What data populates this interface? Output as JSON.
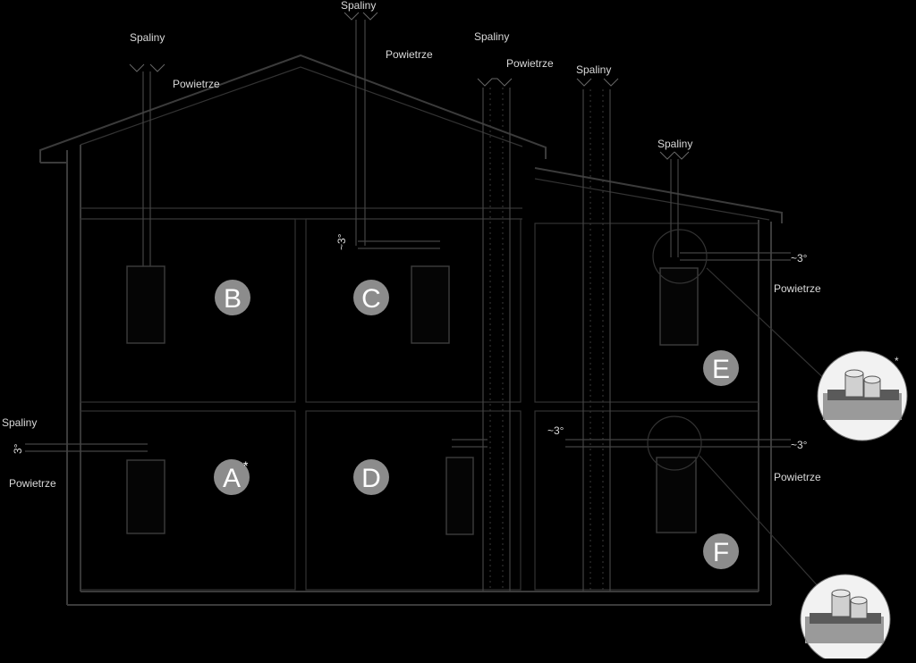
{
  "labels": {
    "exhaust": "Spaliny",
    "air": "Powietrze",
    "slope": "~3°",
    "slope_short": "3°"
  },
  "installations": [
    {
      "id": "A",
      "letter": "A",
      "marker": "*"
    },
    {
      "id": "B",
      "letter": "B",
      "marker": ""
    },
    {
      "id": "C",
      "letter": "C",
      "marker": ""
    },
    {
      "id": "D",
      "letter": "D",
      "marker": ""
    },
    {
      "id": "E",
      "letter": "E",
      "marker": ""
    },
    {
      "id": "F",
      "letter": "F",
      "marker": ""
    }
  ],
  "detail_marker": "*",
  "colors": {
    "background": "#000000",
    "badge": "#8c8c8c",
    "badge_text": "#ffffff",
    "label_text": "#d9d9d9",
    "line": "#3b3b3b",
    "detail_photo": "#f2f2f2"
  },
  "icons": {
    "badge": "circle-badge",
    "detail": "flue-adapter-photo",
    "arrow": "outlet-arrow-icon"
  }
}
